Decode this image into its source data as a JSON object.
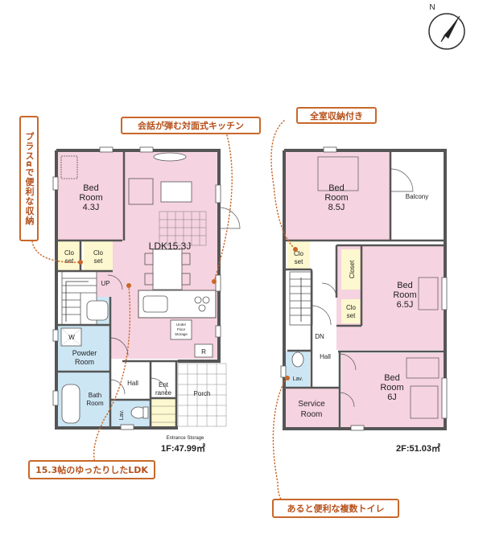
{
  "callouts": {
    "storage_plus": "プラスαで便利な収納",
    "kitchen": "会話が弾む対面式キッチン",
    "all_storage": "全室収納付き",
    "ldk": "15.3帖のゆったりしたLDK",
    "toilets": "あると便利な複数トイレ"
  },
  "compass": {
    "label": "N"
  },
  "floor1": {
    "area": "1F:47.99㎡",
    "bed_line1": "Bed",
    "bed_line2": "Room",
    "bed_line3": "4.3J",
    "clo_a1": "Clo",
    "clo_a2": "set",
    "clo_b1": "Clo",
    "clo_b2": "set",
    "ldk": "LDK15.3J",
    "up": "UP",
    "w": "W",
    "powder1": "Powder",
    "powder2": "Room",
    "underfloor1": "Under",
    "underfloor2": "Floor",
    "underfloor3": "Storage",
    "r": "R",
    "hall": "Hall",
    "ent1": "Ent",
    "ent2": "rance",
    "porch": "Porch",
    "bath1": "Bath",
    "bath2": "Room",
    "lav": "Lav.",
    "entrance_storage": "Entrance Storage"
  },
  "floor2": {
    "area": "2F:51.03㎡",
    "bedA1": "Bed",
    "bedA2": "Room",
    "bedA3": "8.5J",
    "balcony": "Balcony",
    "clo_a1": "Clo",
    "clo_a2": "set",
    "closet": "Closet",
    "bedB1": "Bed",
    "bedB2": "Room",
    "bedB3": "6.5J",
    "clo_b1": "Clo",
    "clo_b2": "set",
    "dn": "DN",
    "hall": "Hall",
    "lav": "Lav.",
    "bedC1": "Bed",
    "bedC2": "Room",
    "bedC3": "6J",
    "service1": "Service",
    "service2": "Room"
  }
}
